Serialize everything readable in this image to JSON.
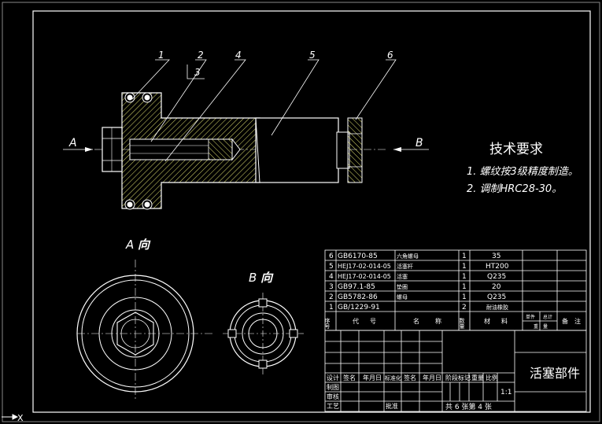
{
  "colors": {
    "background": "#000000",
    "line": "#ffffff",
    "hatch": "#dcdc5a",
    "leader": "#ffffff"
  },
  "balloons": [
    "1",
    "2",
    "3",
    "4",
    "5",
    "6"
  ],
  "arrows": {
    "a": "A",
    "b": "B"
  },
  "views": {
    "a_label": "A",
    "a_dir": "向",
    "b_label": "B",
    "b_dir": "向"
  },
  "tech": {
    "title": "技术要求",
    "line1": "1. 螺纹按3级精度制造。",
    "line2": "2. 调制HRC28-30。"
  },
  "bom": [
    {
      "no": "6",
      "code": "GB6170-85",
      "name": "六角螺母",
      "qty": "1",
      "material": "35"
    },
    {
      "no": "5",
      "code": "HEJ17-02-014-05",
      "name": "活塞杆",
      "qty": "1",
      "material": "HT200"
    },
    {
      "no": "4",
      "code": "HEJ17-02-014-05",
      "name": "活塞",
      "qty": "1",
      "material": "Q235"
    },
    {
      "no": "3",
      "code": "GB97.1-85",
      "name": "垫圈",
      "qty": "1",
      "material": "20"
    },
    {
      "no": "2",
      "code": "GB5782-86",
      "name": "螺母",
      "qty": "1",
      "material": "Q235"
    },
    {
      "no": "1",
      "code": "GB/1229-91",
      "name": "",
      "qty": "2",
      "material": "耐油橡胶"
    }
  ],
  "bom_header": {
    "no": "序号",
    "code": "代号",
    "name": "名称",
    "qty": "数量",
    "material": "材料",
    "unit": "单件",
    "total": "总计",
    "weight": "重量",
    "note": "备注"
  },
  "title_block": {
    "part_name": "活塞部件",
    "row1": [
      "设计",
      "签名",
      "年月日",
      "标准化",
      "签名",
      "年月日"
    ],
    "row2": "制图",
    "row3": "审核",
    "row4": [
      "工艺",
      "批准"
    ],
    "stage": [
      "阶段标记",
      "重量",
      "比例"
    ],
    "scale": "1:1",
    "sheets": "共 6 张第 4 张"
  },
  "ucs": "X"
}
